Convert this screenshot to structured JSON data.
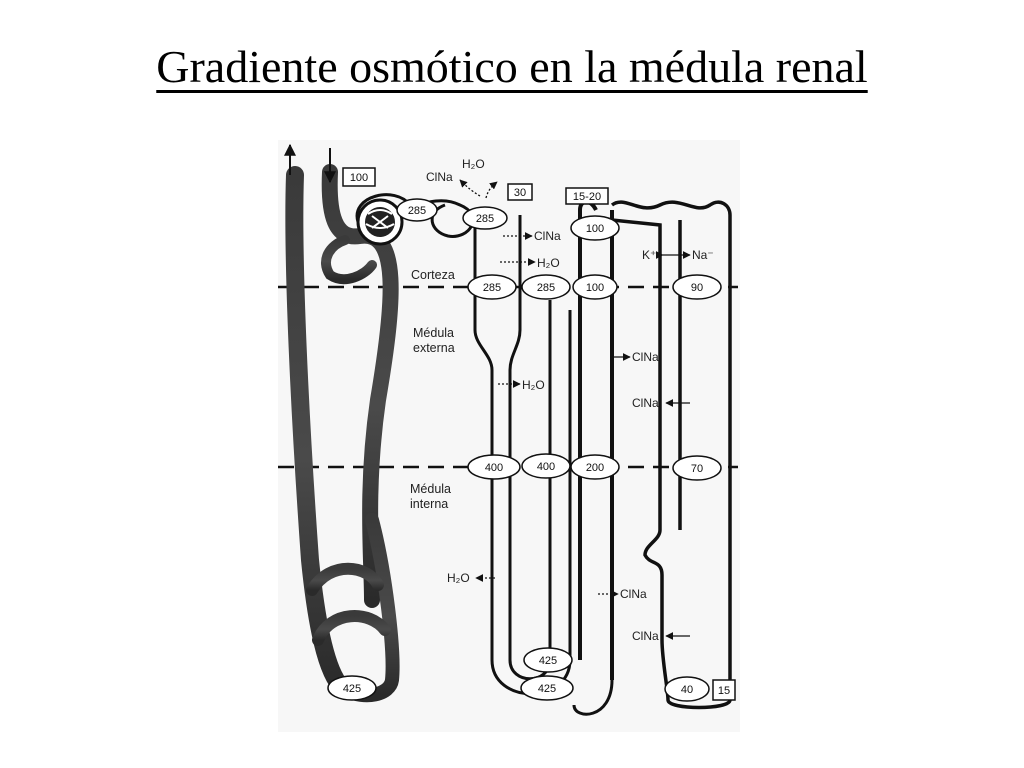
{
  "title": "Gradiente osmótico en la médula renal",
  "zones": {
    "cortex": "Corteza",
    "outer_medulla_1": "Médula",
    "outer_medulla_2": "externa",
    "inner_medulla_1": "Médula",
    "inner_medulla_2": "interna"
  },
  "boxes": {
    "glomerulus_in": "100",
    "distal_top": "30",
    "collecting_top": "15-20",
    "collecting_bottom": "15"
  },
  "ovals": {
    "bowman": "285",
    "pct_top": "285",
    "dcl_top": "100",
    "cortex_desc": "285",
    "cortex_asc": "285",
    "cortex_tal": "100",
    "cortex_cd": "90",
    "outer_desc": "400",
    "outer_asc": "400",
    "outer_tal": "200",
    "outer_cd": "70",
    "loop_inner": "425",
    "loop_bottom": "425",
    "vasa_bottom": "425",
    "cd_bottom": "40"
  },
  "transport": {
    "clna_top": "ClNa",
    "h2o_top": "H₂O",
    "clna_pct": "ClNa",
    "h2o_pct": "H₂O",
    "k_ion": "K⁺",
    "na_ion": "Na⁻",
    "h2o_outer": "H₂O",
    "clna_tal": "ClNa",
    "clna_cd_outer": "ClNa",
    "h2o_inner": "H₂O",
    "clna_thin": "ClNa",
    "clna_cd_inner": "ClNa"
  }
}
